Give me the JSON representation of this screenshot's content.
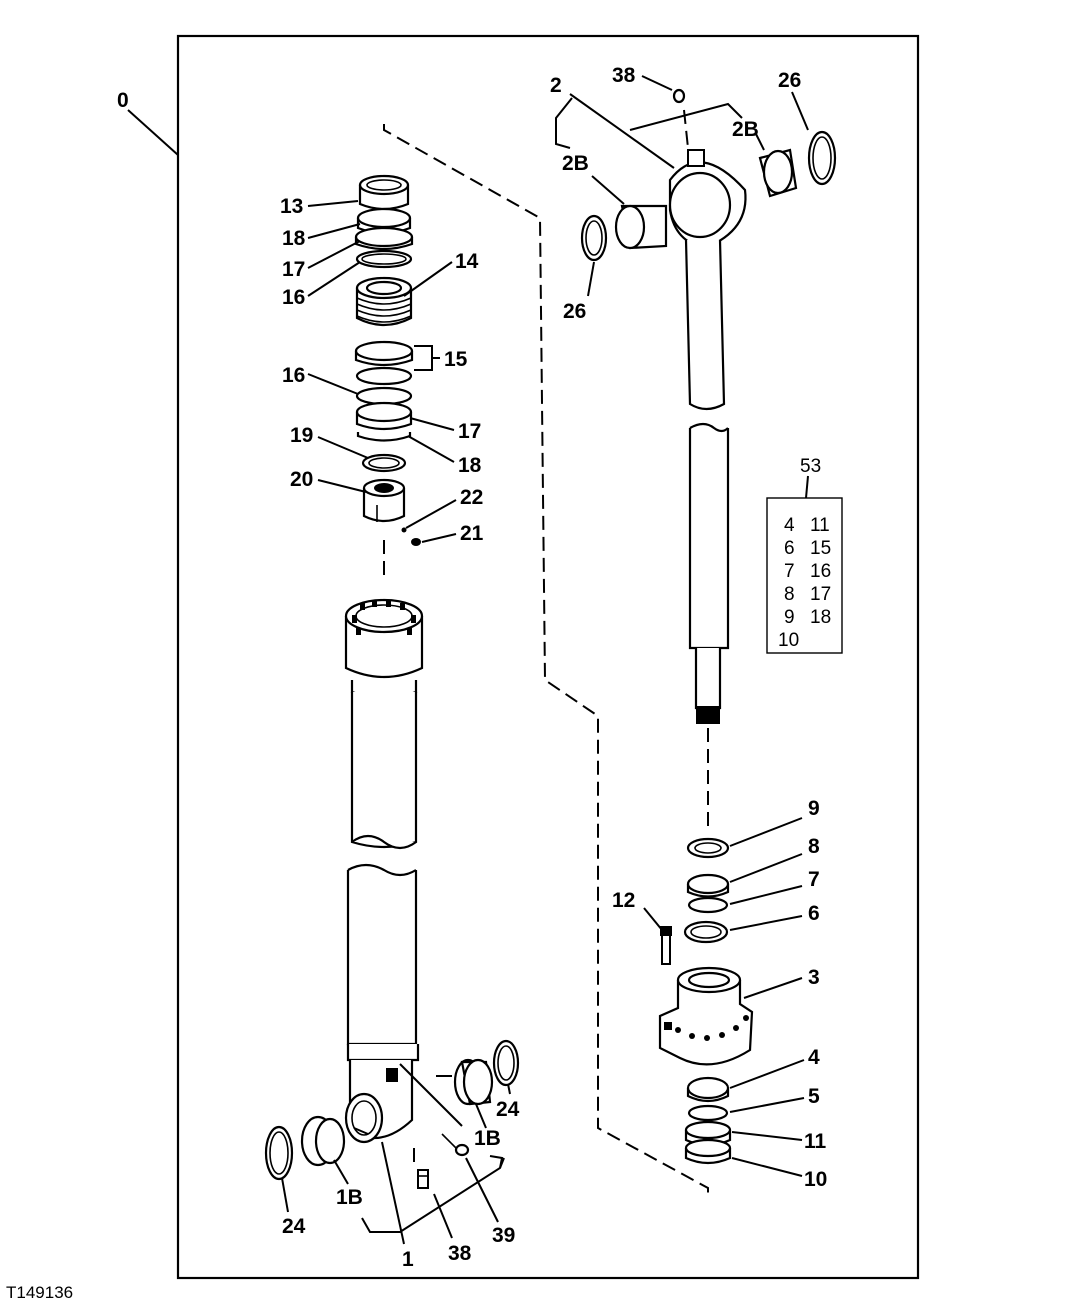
{
  "figure_id": "T149136",
  "callouts": {
    "c0": "0",
    "c1": "1",
    "c1b_l": "1B",
    "c1b_r": "1B",
    "c2": "2",
    "c2b_l": "2B",
    "c2b_r": "2B",
    "c3": "3",
    "c4": "4",
    "c5": "5",
    "c6": "6",
    "c7": "7",
    "c8": "8",
    "c9": "9",
    "c10": "10",
    "c11": "11",
    "c12": "12",
    "c13": "13",
    "c14": "14",
    "c15": "15",
    "c16a": "16",
    "c16b": "16",
    "c17a": "17",
    "c17b": "17",
    "c18a": "18",
    "c18b": "18",
    "c19": "19",
    "c20": "20",
    "c21": "21",
    "c22": "22",
    "c24_l": "24",
    "c24_r": "24",
    "c26_l": "26",
    "c26_r": "26",
    "c38_top": "38",
    "c38_bot": "38",
    "c39": "39"
  },
  "seal_kit": {
    "number": "53",
    "rows": [
      [
        "4",
        "11"
      ],
      [
        "6",
        "15"
      ],
      [
        "7",
        "16"
      ],
      [
        "8",
        "17"
      ],
      [
        "9",
        "18"
      ],
      [
        "10",
        ""
      ]
    ]
  }
}
